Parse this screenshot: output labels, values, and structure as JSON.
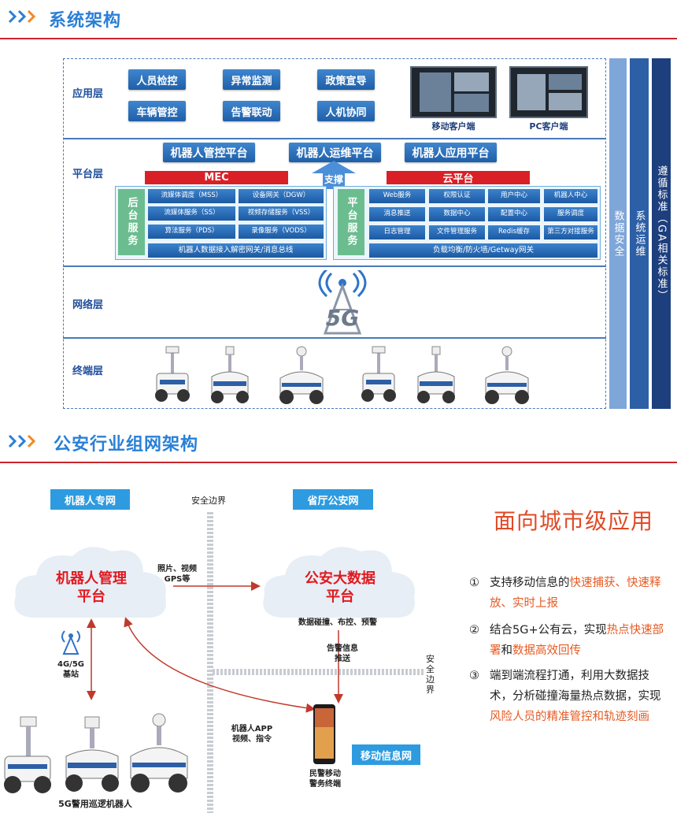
{
  "section1": {
    "title": "系统架构"
  },
  "section2": {
    "title": "公安行业组网架构"
  },
  "layers": {
    "app": "应用层",
    "platform": "平台层",
    "network": "网络层",
    "terminal": "终端层"
  },
  "app_buttons": [
    "人员检控",
    "异常监测",
    "政策宣导",
    "车辆管控",
    "告警联动",
    "人机协同"
  ],
  "clients": {
    "mobile": "移动客户端",
    "pc": "PC客户端"
  },
  "platforms": [
    "机器人管控平台",
    "机器人运维平台",
    "机器人应用平台"
  ],
  "mec": "MEC",
  "support": "支撑",
  "cloud_platform": "云平台",
  "backend": {
    "label": "后台服务",
    "services": [
      "流媒体调度（MSS）",
      "设备网关（DGW）",
      "流媒体服务（SS）",
      "视频存储服务（VSS）",
      "算法服务（PDS）",
      "录像服务（VODS）"
    ],
    "bus": "机器人数据接入解密网关/消息总线"
  },
  "platform_service": {
    "label": "平台服务",
    "services": [
      "Web服务",
      "权限认证",
      "用户中心",
      "机器人中心",
      "消息推送",
      "数据中心",
      "配置中心",
      "服务调度",
      "日志管理",
      "文件管理服务",
      "Redis缓存",
      "第三方对接服务"
    ],
    "bus": "负载均衡/防火墙/Getway网关"
  },
  "side_columns": [
    "数据安全",
    "系统运维",
    "遵循标准（GA相关标准）"
  ],
  "network_5g": "5G",
  "bottom": {
    "robot_net": "机器人专网",
    "border_top": "安全边界",
    "province_net": "省厅公安网",
    "robot_cloud": "机器人管理平台",
    "police_cloud": "公安大数据平台",
    "arrow_label1": "照片、视频\nGPS等",
    "data_ops": "数据碰撞、布控、预警",
    "alarm": "告警信息\n推送",
    "border_right": "安全边界",
    "station": "4G/5G\n基站",
    "app_label": "机器人APP\n视频、指令",
    "phone_label": "民警移动\n警务终端",
    "mobile_net": "移动信息网",
    "robots_label": "5G警用巡逻机器人"
  },
  "right_panel": {
    "headline": "面向城市级应用",
    "items": [
      {
        "num": "①",
        "pre": "支持移动信息的",
        "hl": "快速捕获、快速释放、实时上报",
        "mid": "",
        "hl2": "",
        "post": ""
      },
      {
        "num": "②",
        "pre": "结合5G+公有云，实现",
        "hl": "热点快速部署",
        "mid": "和",
        "hl2": "数据高效回传",
        "post": ""
      },
      {
        "num": "③",
        "pre": "端到端流程打通，利用大数据技术，分析碰撞海量热点数据，实现",
        "hl": "风险人员的精准管控和轨迹刻画",
        "mid": "",
        "hl2": "",
        "post": ""
      }
    ]
  },
  "colors": {
    "title_blue": "#2a7fd6",
    "red": "#d92027",
    "accent": "#e65a22",
    "btn_blue": "#1f5fa8"
  }
}
